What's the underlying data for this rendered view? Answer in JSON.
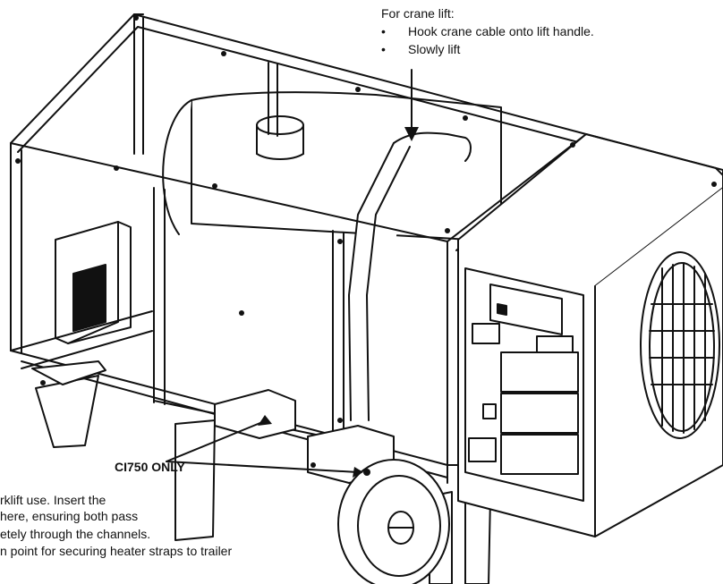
{
  "crane": {
    "title": "For crane lift:",
    "bullet_char": "•",
    "items": [
      "Hook crane cable onto lift handle.",
      "Slowly lift"
    ]
  },
  "ci750": {
    "title": "CI750 ONLY",
    "notes": [
      "rklift use. Insert the",
      "here, ensuring both pass",
      "etely through the channels.",
      "n point for securing heater straps to trailer"
    ]
  }
}
